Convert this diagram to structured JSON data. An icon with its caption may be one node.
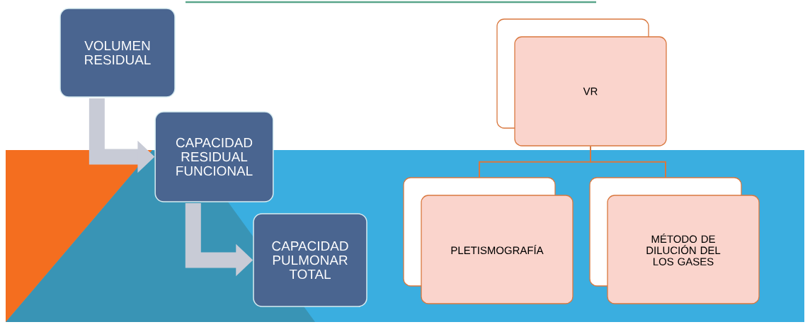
{
  "diagram": {
    "nodes": [
      {
        "text": [
          "VOLUMEN RESIDUAL"
        ]
      },
      {
        "text": [
          "CAPACIDAD RESIDUAL FUNCIONAL"
        ]
      },
      {
        "text": [
          "CAPACIDAD PULMONAR TOTAL"
        ]
      },
      {
        "text": [
          "VR"
        ]
      },
      {
        "text": [
          "PLETISMOGRAFÍA"
        ]
      },
      {
        "text": [
          "MÉTODO DE DILUCIÓN DEL LOS GASES"
        ]
      }
    ],
    "edges": [
      {
        "from": 0,
        "to": 1,
        "arrow": "to",
        "style": "thick",
        "color": "#c8cbd6"
      },
      {
        "from": 1,
        "to": 2,
        "arrow": "to",
        "style": "thick",
        "color": "#c8cbd6"
      },
      {
        "from": 3,
        "to": 4,
        "arrow": "none",
        "color": "#d9783f"
      },
      {
        "from": 3,
        "to": 5,
        "arrow": "none",
        "color": "#d9783f"
      }
    ]
  }
}
